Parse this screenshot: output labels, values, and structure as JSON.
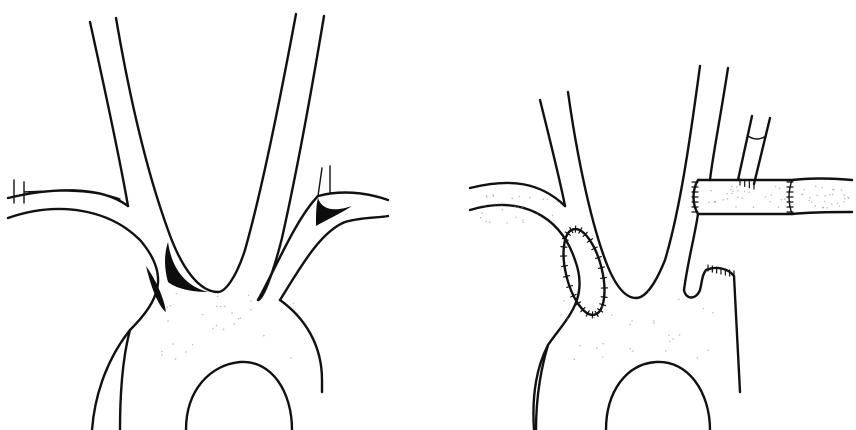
{
  "figure": {
    "panels": [
      {
        "name": "left",
        "depicts": "aortic-arch-with-stenotic-branch-origins"
      },
      {
        "name": "right",
        "depicts": "aortic-arch-with-patch-and-bypass-graft-repair"
      }
    ]
  },
  "colors": {
    "ink": "#111111",
    "lesion_fill": "#0d0d0d",
    "background": "#ffffff",
    "stipple": "#8a8a8a"
  }
}
